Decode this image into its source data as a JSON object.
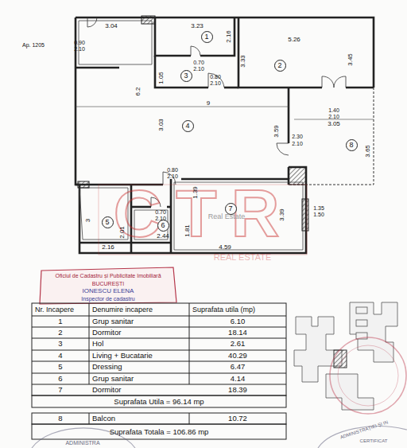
{
  "diagram": {
    "nodes": [
      {
        "text": [
          "1"
        ]
      },
      {
        "text": [
          "2"
        ]
      },
      {
        "text": [
          "3"
        ]
      },
      {
        "text": [
          "4"
        ]
      },
      {
        "text": [
          "5"
        ]
      },
      {
        "text": [
          "6"
        ]
      },
      {
        "text": [
          "7"
        ]
      },
      {
        "text": [
          "8"
        ]
      }
    ],
    "labels": [
      "Ap. 1205",
      "0.90",
      "2.10",
      "3.04",
      "3.23",
      "2.16",
      "5.26",
      "3.33",
      "3.45",
      "0.70",
      "2.10",
      "0.80",
      "2.10",
      "1.05",
      "6.2",
      "1.40",
      "2.10",
      "3.05",
      "9",
      "3.03",
      "3.59",
      "2.30",
      "2.10",
      "3.65",
      "0.80",
      "2.10",
      "1.39",
      "0.70",
      "2.10",
      "1.81",
      "3.39",
      "1.35",
      "1.50",
      "3",
      "2.01",
      "2.44",
      "2.16",
      "4.59",
      "CTR",
      "Real Estate",
      "REAL ESTATE",
      "Oficiul de Cadastru și Publicitate Imobiliară",
      "BUCUREȘTI",
      "IONESCU ELENA",
      "Inspector de cadastru",
      "Nr. Incapere",
      "Denumire incapere",
      "Suprafata utila (mp)",
      "1",
      "Grup sanitar",
      "6.10",
      "2",
      "Dormitor",
      "18.14",
      "3",
      "Hol",
      "2.61",
      "4",
      "Living + Bucatarie",
      "40.29",
      "5",
      "Dressing",
      "6.47",
      "6",
      "Grup sanitar",
      "4.14",
      "7",
      "Dormitor",
      "18.39",
      "Suprafata Utila = 96.14 mp",
      "8",
      "Balcon",
      "10.72",
      "Suprafata Totala = 106.86 mp",
      "ADMINISTRA",
      "ADMINISTRAȚIEI ȘI IN",
      "CERTIFICAT"
    ]
  }
}
